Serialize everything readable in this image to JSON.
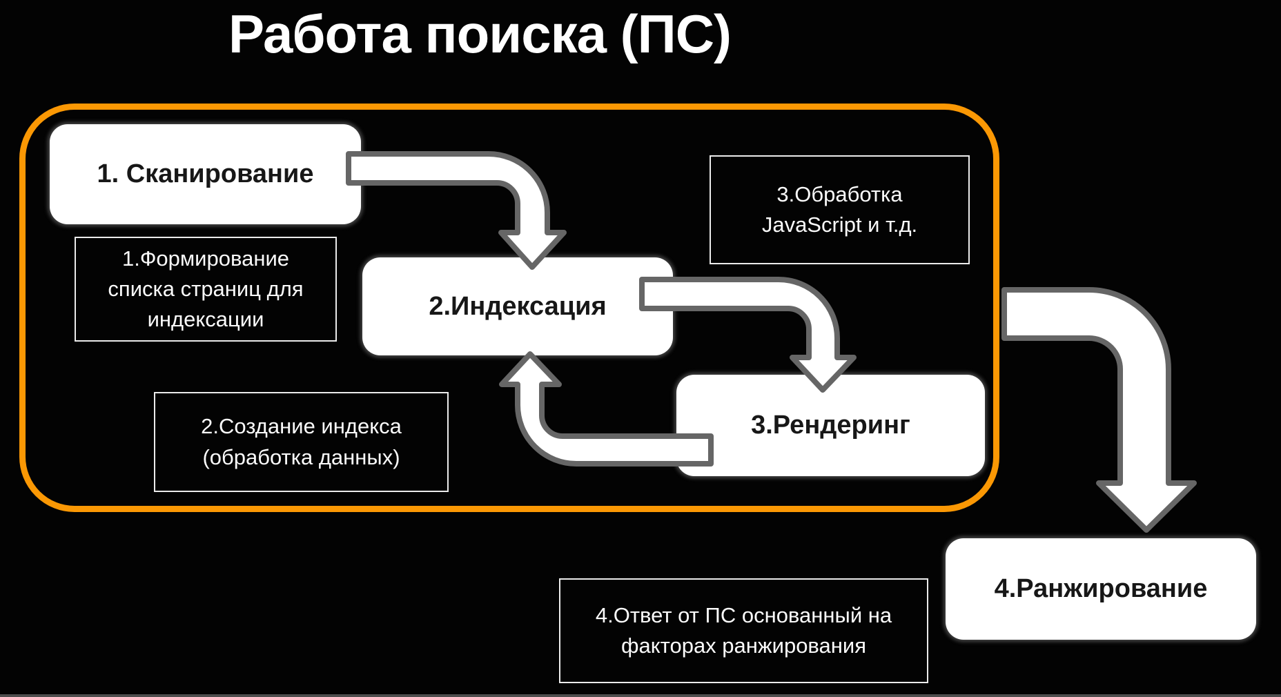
{
  "title": "Работа поиска (ПС)",
  "colors": {
    "background": "#030303",
    "container_border": "#FB9804",
    "step_box_fill": "#ffffff",
    "step_box_text": "#171717",
    "annotation_border": "#ececec",
    "annotation_text": "#fbfbfb",
    "arrow_fill": "#ffffff",
    "arrow_stroke": "#666666"
  },
  "steps": [
    {
      "id": 1,
      "label": "1. Сканирование"
    },
    {
      "id": 2,
      "label": "2.Индексация"
    },
    {
      "id": 3,
      "label": "3.Рендеринг"
    },
    {
      "id": 4,
      "label": "4.Ранжирование"
    }
  ],
  "annotations": [
    {
      "for_step": 1,
      "lines": [
        "1.Формирование",
        "списка страниц для",
        "индексации"
      ]
    },
    {
      "for_step": 2,
      "lines": [
        "2.Создание индекса",
        "(обработка данных)"
      ]
    },
    {
      "for_step": 3,
      "lines": [
        "3.Обработка",
        "JavaScript и т.д."
      ]
    },
    {
      "for_step": 4,
      "lines": [
        "4.Ответ от ПС основанный на",
        "факторах ранжирования"
      ]
    }
  ],
  "flows": [
    {
      "from": "1. Сканирование",
      "to": "2.Индексация"
    },
    {
      "from": "2.Индексация",
      "to": "3.Рендеринг"
    },
    {
      "from": "3.Рендеринг",
      "to": "2.Индексация"
    },
    {
      "from": "3.Рендеринг",
      "to": "4.Ранжирование"
    }
  ]
}
